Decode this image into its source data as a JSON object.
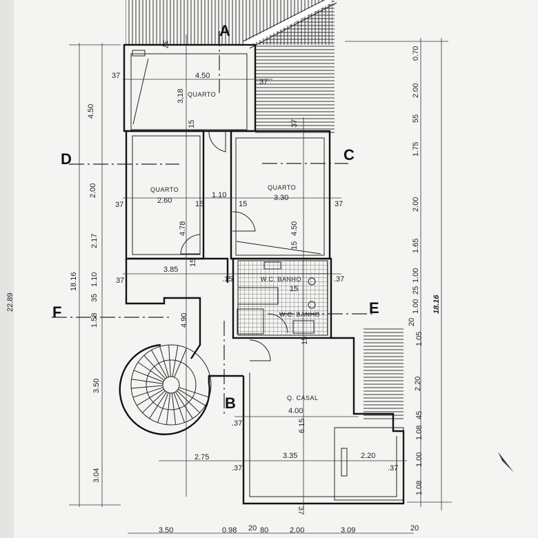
{
  "sections": {
    "a": "A",
    "b": "B",
    "c": "C",
    "d": "D",
    "e": "E",
    "f": "F"
  },
  "rooms": {
    "quarto_top": "QUARTO",
    "quarto_left": "QUARTO",
    "quarto_right": "QUARTO",
    "wc1": "W.C. BANHO",
    "wc2": "W.C. BANHO",
    "casal": "Q. CASAL"
  },
  "dims": {
    "left": [
      "4.50",
      "2.00",
      "2.17",
      "18.16",
      "1.10",
      "35",
      "1.58",
      "3.50",
      "3.04"
    ],
    "far_left": "22.89",
    "right": [
      "0.70",
      "2.00",
      "55",
      "1.75",
      "2.00",
      "1.65",
      "1.00",
      "25",
      "1.00",
      "20",
      "1.05",
      "2.20",
      "45",
      "1.08",
      "1.00",
      "1.08"
    ],
    "right_total": "18.16",
    "bottom": [
      "3.50",
      "0.98",
      "20",
      "80",
      "2.00",
      "3.09",
      "20"
    ],
    "interior": [
      "37",
      "4.50",
      "37",
      "37",
      "3,18",
      "15",
      "37",
      "2.60",
      "4.78",
      "15",
      "1.10",
      "15",
      "3.30",
      "4.50",
      "37",
      "15",
      "37",
      "3.85",
      "15",
      "37",
      ".15",
      "15",
      ".37",
      "4.90",
      "15",
      "4.00",
      "6.15",
      ".37",
      "2.75",
      "3.35",
      "2.20",
      ".37",
      ".37",
      "37"
    ]
  }
}
